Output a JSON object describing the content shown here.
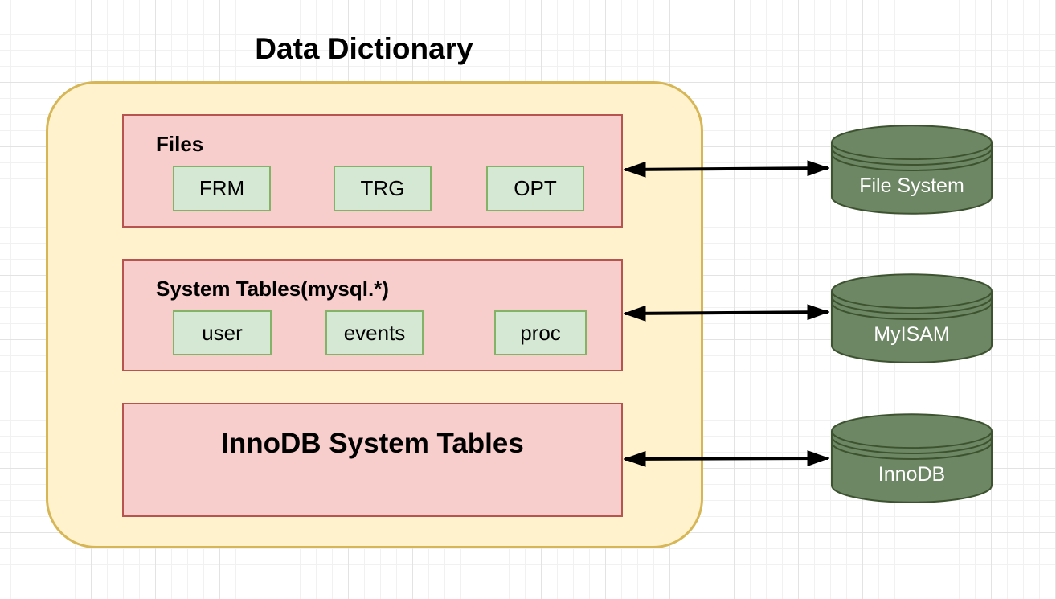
{
  "title": "Data Dictionary",
  "colors": {
    "container_fill": "#FFF2CC",
    "container_stroke": "#D6B656",
    "group_fill": "#F8CECC",
    "group_stroke": "#B85450",
    "chip_fill": "#D5E8D4",
    "chip_stroke": "#82B366",
    "cylinder_fill": "#6D8764",
    "cylinder_stroke": "#3D5330",
    "cylinder_label": "#FFFFFF",
    "arrow": "#000000",
    "text": "#000000",
    "grid_minor": "#F1F1F1",
    "grid_major": "#E3E3E3"
  },
  "data_dictionary": {
    "rows": [
      {
        "title": "Files",
        "chips": [
          "FRM",
          "TRG",
          "OPT"
        ]
      },
      {
        "title": "System Tables(mysql.*)",
        "chips": [
          "user",
          "events",
          "proc"
        ]
      },
      {
        "title": "InnoDB System Tables",
        "chips": []
      }
    ]
  },
  "storage_targets": [
    {
      "label": "File System"
    },
    {
      "label": "MyISAM"
    },
    {
      "label": "InnoDB"
    }
  ],
  "connections": [
    {
      "from": "Files",
      "to": "File System",
      "type": "bidirectional-arrow"
    },
    {
      "from": "System Tables(mysql.*)",
      "to": "MyISAM",
      "type": "bidirectional-arrow"
    },
    {
      "from": "InnoDB System Tables",
      "to": "InnoDB",
      "type": "bidirectional-arrow"
    }
  ]
}
